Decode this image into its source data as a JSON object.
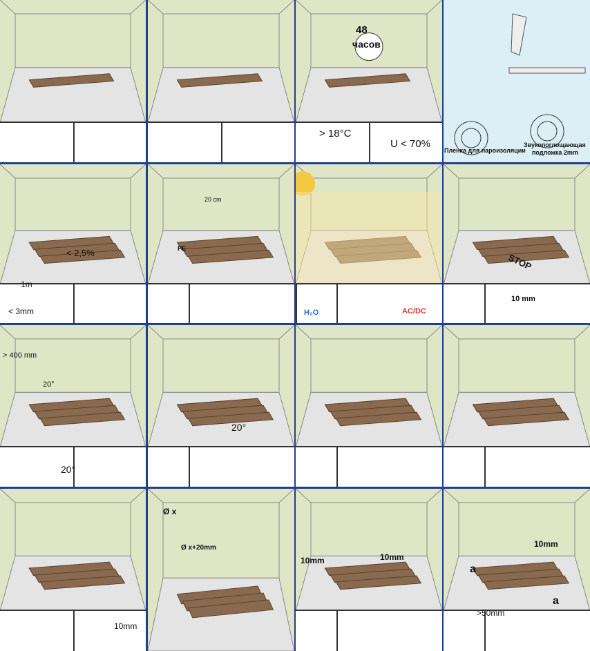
{
  "title": "Laminate installation instructions",
  "colors": {
    "wall": "#dfe6c6",
    "floor": "#e4e4e4",
    "plank": "#8a6a4f",
    "frame": "#1f3f8f",
    "warning": "#d9352b"
  },
  "panels": {
    "p3": {
      "time": "48",
      "time_unit": "часов",
      "temp": "> 18°C",
      "humidity": "U < 70%"
    },
    "p4": {
      "film": "Пленка для пароизоляции",
      "underlay_1": "Звукопоглощающая",
      "underlay_2": "подложка 2mm"
    },
    "p5": {
      "moisture": "< 2,5%",
      "length": "1m",
      "deviation": "< 3mm"
    },
    "p6": {
      "overlap": "20 cm",
      "pe": "PE"
    },
    "p7": {
      "water": "H₂O",
      "power": "AC/DC"
    },
    "p8": {
      "stop": "STOP",
      "gap": "10 mm"
    },
    "p9": {
      "length": "> 400 mm",
      "angle": "20°"
    },
    "p10": {
      "angle": "20°"
    },
    "p13": {
      "angle": "20°"
    },
    "p14": {
      "gap": "10mm"
    },
    "p15": {
      "pipe": "Ø x",
      "hole": "Ø x+20mm"
    },
    "p16": {
      "gap_left": "10mm",
      "gap_right": "10mm"
    },
    "p17": {
      "gap": "10mm",
      "mark_a1": "a",
      "mark_a2": "a",
      "min": ">50mm"
    }
  }
}
